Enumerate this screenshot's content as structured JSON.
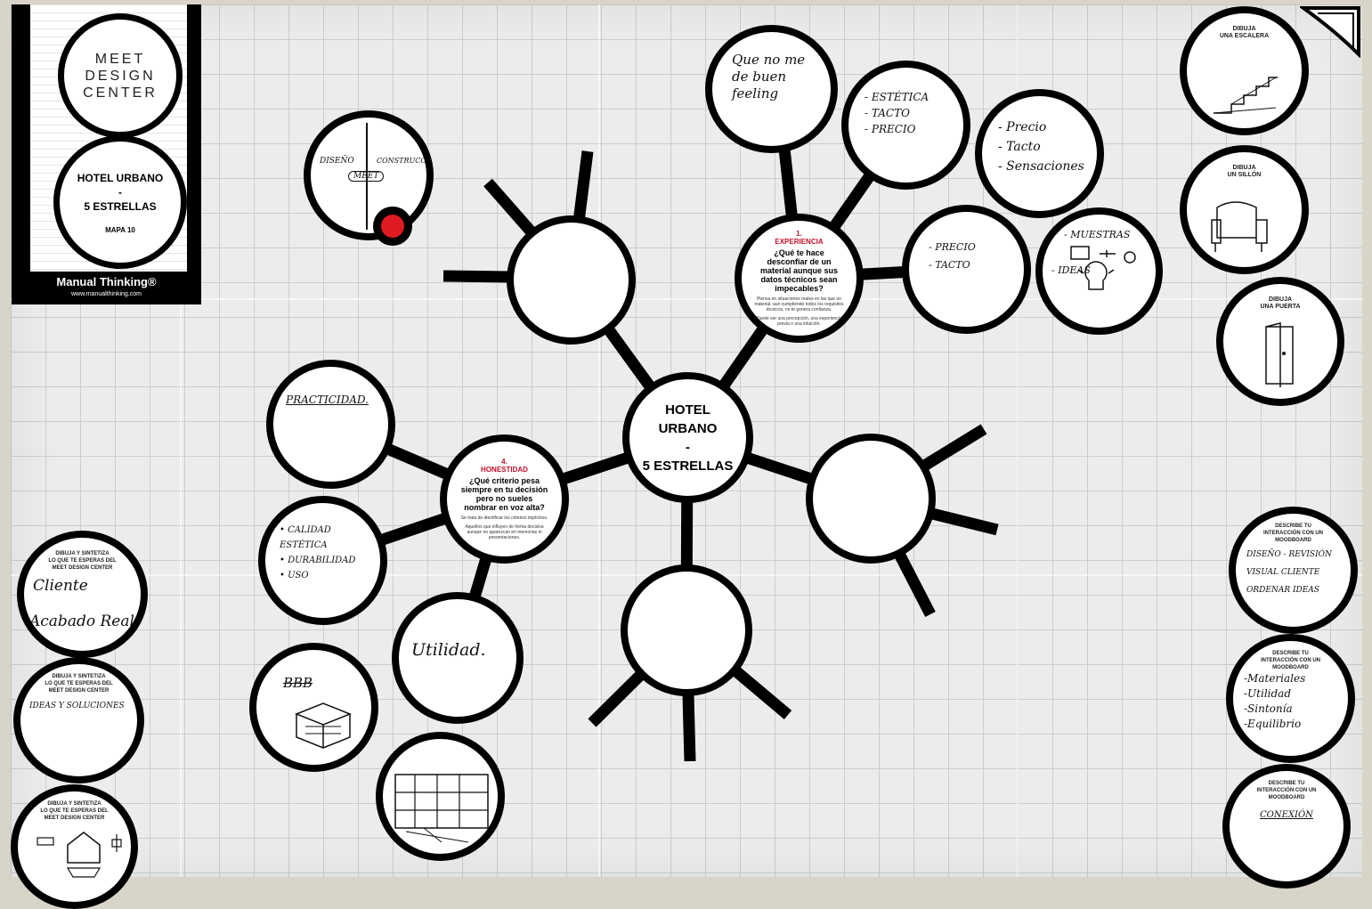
{
  "header": {
    "logo_text": "MEET\nDESIGN\nCENTER",
    "title_line1": "HOTEL URBANO",
    "title_line2": "-",
    "title_line3": "5 ESTRELLAS",
    "map_label": "MAPA 10",
    "brand": "Manual Thinking®",
    "brand_url": "www.manualthinking.com"
  },
  "hub": {
    "line1": "HOTEL",
    "line2": "URBANO",
    "line3": "-",
    "line4": "5 ESTRELLAS"
  },
  "question_experiencia": {
    "number": "1.",
    "category": "EXPERIENCIA",
    "question": "¿Qué te hace desconfiar de un material aunque sus datos técnicos sean impecables?",
    "note1": "Piensa en situaciones reales en las que un material, aun cumpliendo todos los requisitos técnicos, no te genera confianza.",
    "note2": "Puede ser una percepción, una experiencia previa o una intuición."
  },
  "question_honestidad": {
    "number": "4.",
    "category": "HONESTIDAD",
    "question": "¿Qué criterio pesa siempre en tu decisión pero no sueles nombrar en voz alta?",
    "note1": "Se trata de identificar los criterios implícitos.",
    "note2": "Aquellos que influyen de forma decisiva aunque no aparezcan en memorias ni presentaciones."
  },
  "notes": {
    "diseno": "DISEÑO",
    "construccion": "CONSTRUCCIÓN",
    "meet": "MEET",
    "feeling": "Que no me\nde buen\nfeeling",
    "estetica": "- ESTÉTICA\n- TACTO\n- PRECIO",
    "precio_tacto": "- Precio\n- Tacto\n- Sensaciones",
    "precio_tacto2": "- PRECIO\n- TACTO",
    "muestras": "- MUESTRAS",
    "ideas": "- IDEAS",
    "practicidad": "PRACTICIDAD.",
    "calidad": "• CALIDAD\n  ESTÉTICA\n• DURABILIDAD\n• USO",
    "utilidad": "Utilidad.",
    "bbb": "BBB",
    "cliente": "Cliente",
    "acabado": "Acabado Real",
    "ideas_soluciones": "IDEAS Y SOLUCIONES",
    "diseno_revision": "DISEÑO - REVISIÓN\nVISUAL CLIENTE\nORDENAR IDEAS",
    "materiales": "-Materiales\n-Utilidad\n-Sintonía\n-Equilibrio",
    "conexion": "CONEXIÓN"
  },
  "prompts": {
    "escalera": "DIBUJA\nUNA ESCALERA",
    "sillon": "DIBUJA\nUN SILLÓN",
    "puerta": "DIBUJA\nUNA PUERTA",
    "moodboard": "DESCRIBE TU\nINTERACCIÓN CON UN\nMOODBOARD",
    "meet_design": "DIBUJA Y SINTETIZA\nLO QUE TE ESPERAS DEL\nMEET DESIGN CENTER"
  },
  "colors": {
    "accent_red": "#e01a22",
    "category_red": "#c0102a",
    "ink": "#000000",
    "paper": "#ecedeb"
  }
}
